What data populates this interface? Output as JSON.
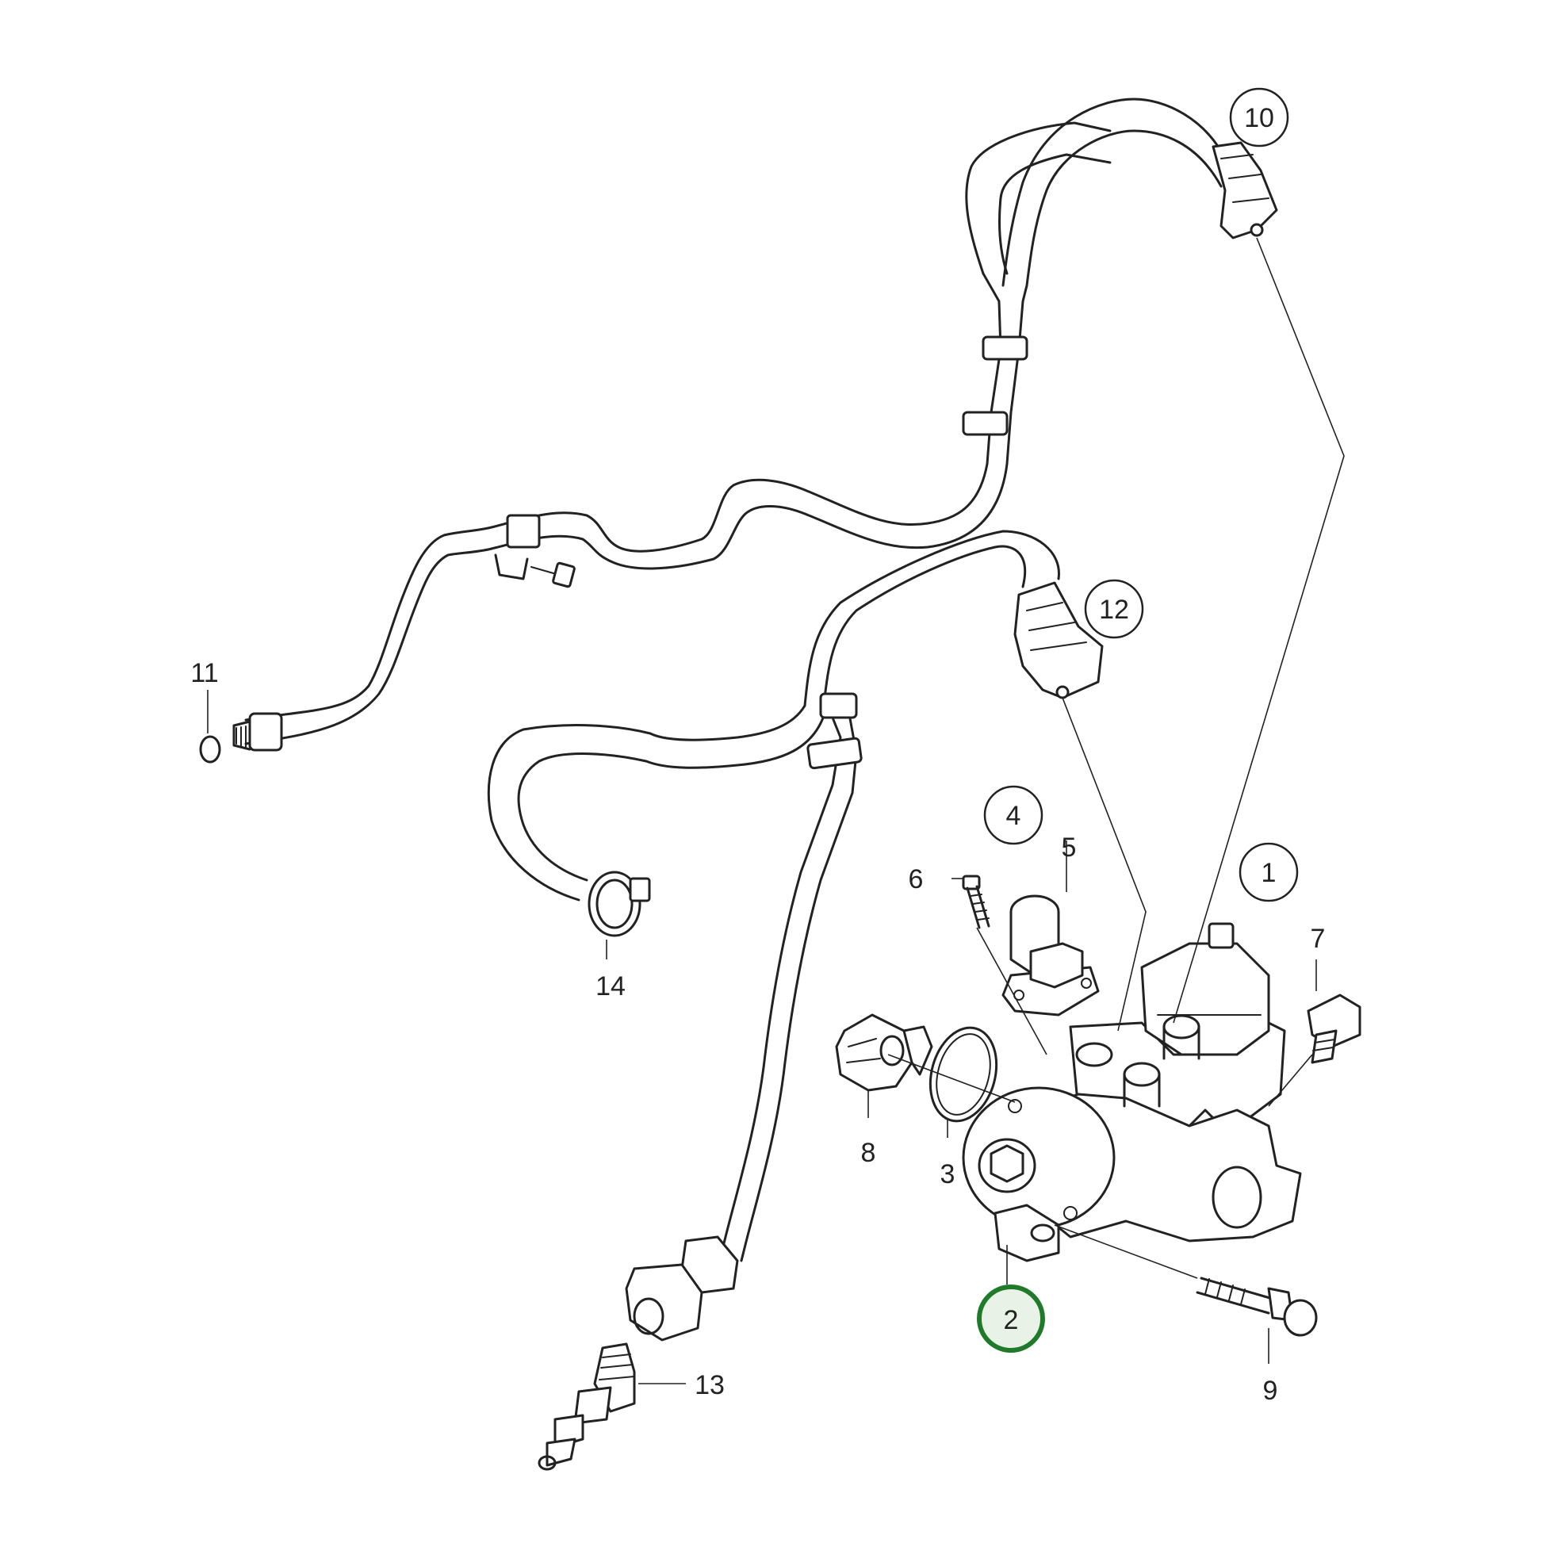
{
  "diagram": {
    "highlight_color": "#1f7a2a",
    "highlight_fill": "#e8f2e6",
    "callouts": {
      "c1": "1",
      "c2": "2",
      "c3": "3",
      "c4": "4",
      "c5": "5",
      "c6": "6",
      "c7": "7",
      "c8": "8",
      "c9": "9",
      "c10": "10",
      "c11": "11",
      "c12": "12",
      "c13": "13",
      "c14": "14"
    },
    "highlighted_callout": "2"
  }
}
